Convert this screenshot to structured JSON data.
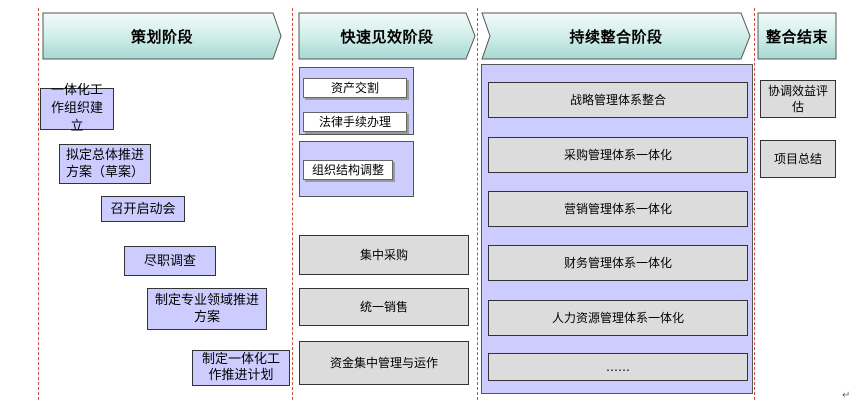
{
  "phases": [
    {
      "label": "策划阶段"
    },
    {
      "label": "快速见效阶段"
    },
    {
      "label": "持续整合阶段"
    },
    {
      "label": "整合结束"
    }
  ],
  "planning": {
    "steps": [
      "一体化工作组织建立",
      "拟定总体推进方案（草案）",
      "召开启动会",
      "尽职调查",
      "制定专业领域推进方案",
      "制定一体化工作推进计划"
    ]
  },
  "quick_win": {
    "group1": [
      "资产交割",
      "法律手续办理"
    ],
    "group2": [
      "组织结构调整"
    ],
    "items": [
      "集中采购",
      "统一销售",
      "资金集中管理与运作"
    ]
  },
  "continuous": {
    "items": [
      "战略管理体系整合",
      "采购管理体系一体化",
      "营销管理体系一体化",
      "财务管理体系一体化",
      "人力资源管理体系一体化",
      "……"
    ]
  },
  "closing": {
    "items": [
      "协调效益评估",
      "项目总结"
    ]
  },
  "colors": {
    "phase_fill_top": "#f2fbf9",
    "phase_fill_bottom": "#a7d9d2",
    "lavender": "#ccccff",
    "gray_box": "#dcdcdc",
    "divider": "#d14b3a"
  },
  "footer_mark": "↵"
}
